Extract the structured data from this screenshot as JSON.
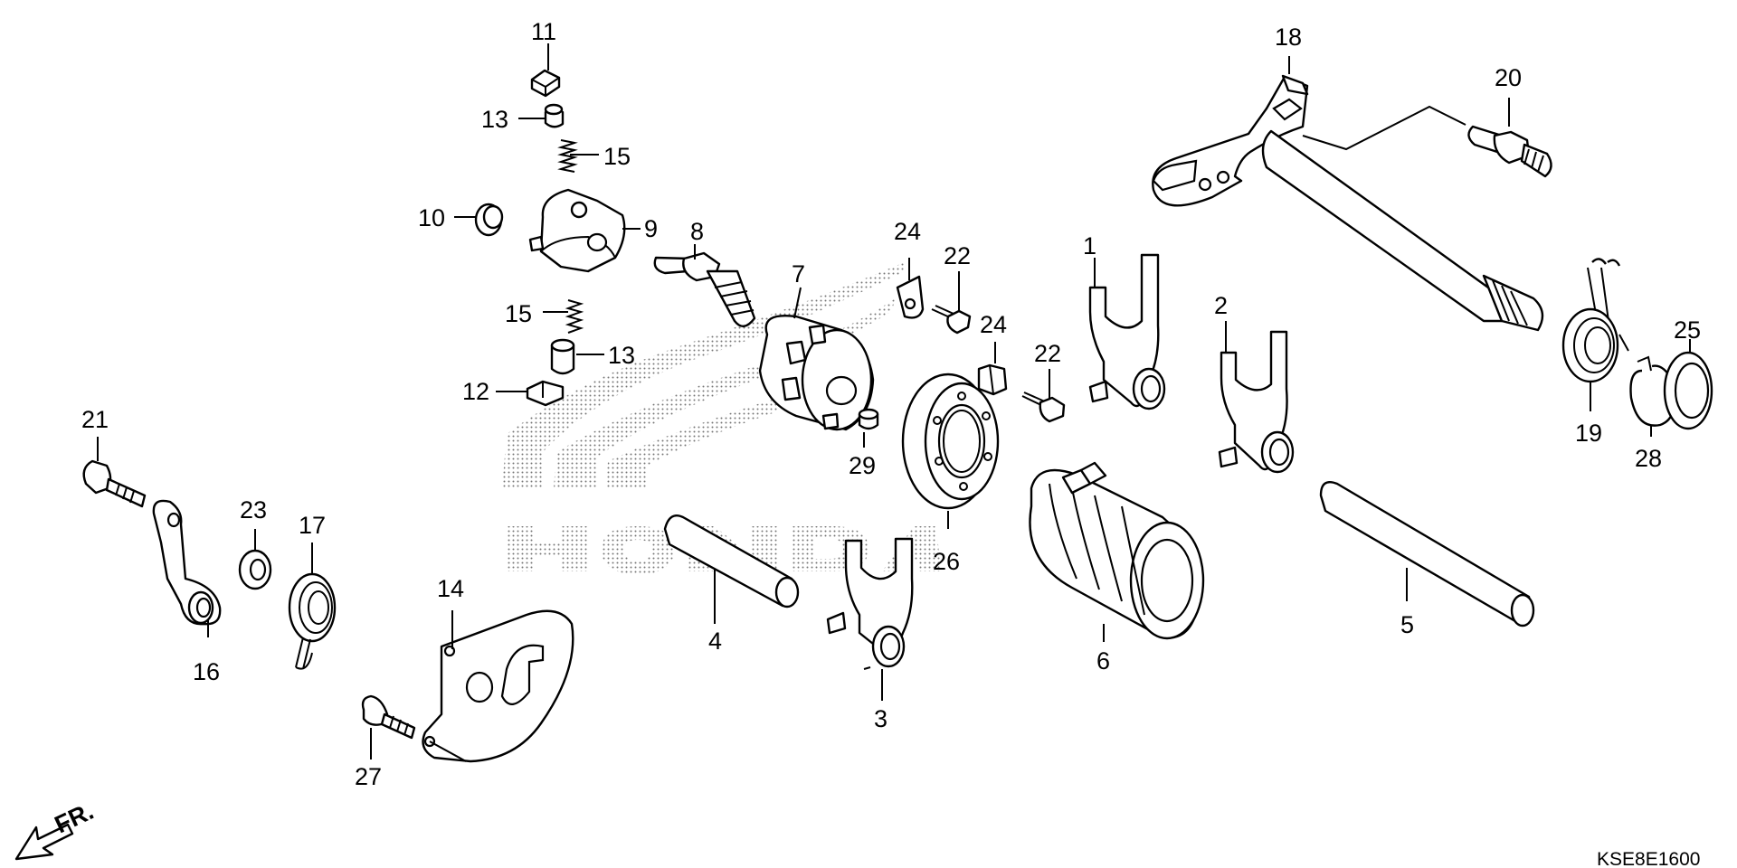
{
  "diagram": {
    "code": "KSE8E1600",
    "direction_label": "FR.",
    "watermark_icon": "honda-wing-logo",
    "parts": [
      {
        "ref": "1",
        "label": "1"
      },
      {
        "ref": "2",
        "label": "2"
      },
      {
        "ref": "3",
        "label": "3"
      },
      {
        "ref": "4",
        "label": "4"
      },
      {
        "ref": "5",
        "label": "5"
      },
      {
        "ref": "6",
        "label": "6"
      },
      {
        "ref": "7",
        "label": "7"
      },
      {
        "ref": "8",
        "label": "8"
      },
      {
        "ref": "9",
        "label": "9"
      },
      {
        "ref": "10",
        "label": "10"
      },
      {
        "ref": "11",
        "label": "11"
      },
      {
        "ref": "12",
        "label": "12"
      },
      {
        "ref": "13a",
        "label": "13"
      },
      {
        "ref": "13b",
        "label": "13"
      },
      {
        "ref": "14",
        "label": "14"
      },
      {
        "ref": "15a",
        "label": "15"
      },
      {
        "ref": "15b",
        "label": "15"
      },
      {
        "ref": "16",
        "label": "16"
      },
      {
        "ref": "17",
        "label": "17"
      },
      {
        "ref": "18",
        "label": "18"
      },
      {
        "ref": "19",
        "label": "19"
      },
      {
        "ref": "20",
        "label": "20"
      },
      {
        "ref": "21",
        "label": "21"
      },
      {
        "ref": "22a",
        "label": "22"
      },
      {
        "ref": "22b",
        "label": "22"
      },
      {
        "ref": "23",
        "label": "23"
      },
      {
        "ref": "24a",
        "label": "24"
      },
      {
        "ref": "24b",
        "label": "24"
      },
      {
        "ref": "25",
        "label": "25"
      },
      {
        "ref": "26",
        "label": "26"
      },
      {
        "ref": "27",
        "label": "27"
      },
      {
        "ref": "28",
        "label": "28"
      },
      {
        "ref": "29",
        "label": "29"
      }
    ]
  }
}
